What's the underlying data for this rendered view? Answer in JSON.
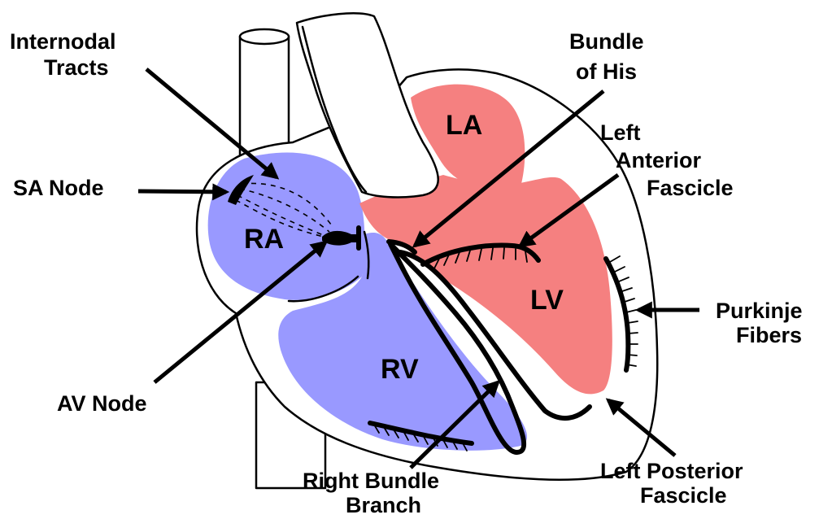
{
  "diagram": {
    "labels": {
      "internodal_tracts": [
        "Internodal",
        "Tracts"
      ],
      "sa_node": "SA Node",
      "av_node": "AV Node",
      "bundle_of_his": [
        "Bundle",
        "of His"
      ],
      "left_anterior_fascicle": [
        "Left",
        "Anterior",
        "Fascicle"
      ],
      "purkinje_fibers": [
        "Purkinje",
        "Fibers"
      ],
      "right_bundle_branch": [
        "Right Bundle",
        "Branch"
      ],
      "left_posterior_fascicle": [
        "Left Posterior",
        "Fascicle"
      ]
    },
    "chambers": {
      "ra": "RA",
      "rv": "RV",
      "la": "LA",
      "lv": "LV"
    },
    "colors": {
      "right_heart": "#9999ff",
      "left_heart": "#f58080",
      "outline": "#000000",
      "background": "#ffffff"
    }
  }
}
